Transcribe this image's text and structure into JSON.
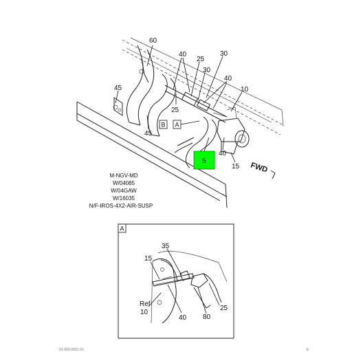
{
  "main_view": {
    "callouts": {
      "c60": "60",
      "c40_top": "40",
      "c25_top": "25",
      "c30_top_right": "30",
      "c30_mid": "30",
      "c40_right": "40",
      "c10": "10",
      "c45_left": "45",
      "c25_mid": "25",
      "c45_bottom": "45",
      "c40_bottom": "40",
      "c15": "15",
      "c5": "5"
    },
    "view_markers": {
      "b": "B",
      "a": "A"
    },
    "highlight_color": "#00ff00",
    "fwd_label": "FWD",
    "notes": [
      "M-NGV-MD",
      "W/04085",
      "W/04GAW",
      "W/16035",
      "N/F-IROS-4X2-AIR-SUSP"
    ]
  },
  "detail_view": {
    "label": "A",
    "callouts": {
      "c35": "35",
      "c15": "15",
      "c25": "25",
      "ref": "Ref",
      "c10": "10",
      "c40": "40",
      "c80": "80"
    }
  },
  "footer": {
    "left": "01-000-0001-01",
    "right": "E"
  }
}
